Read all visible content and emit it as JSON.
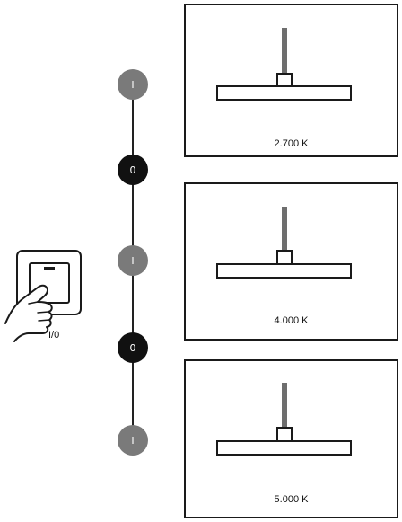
{
  "timeline": {
    "nodes": [
      {
        "label": "I",
        "state": "on"
      },
      {
        "label": "0",
        "state": "off"
      },
      {
        "label": "I",
        "state": "on"
      },
      {
        "label": "0",
        "state": "off"
      },
      {
        "label": "I",
        "state": "on"
      }
    ]
  },
  "switch": {
    "caption": "I/0"
  },
  "panels": [
    {
      "label": "2.700 K"
    },
    {
      "label": "4.000 K"
    },
    {
      "label": "5.000 K"
    }
  ],
  "colors": {
    "node_on": "#7a7a7a",
    "node_off": "#111111",
    "line": "#222222",
    "pendant_cord": "#6e6e6e"
  }
}
